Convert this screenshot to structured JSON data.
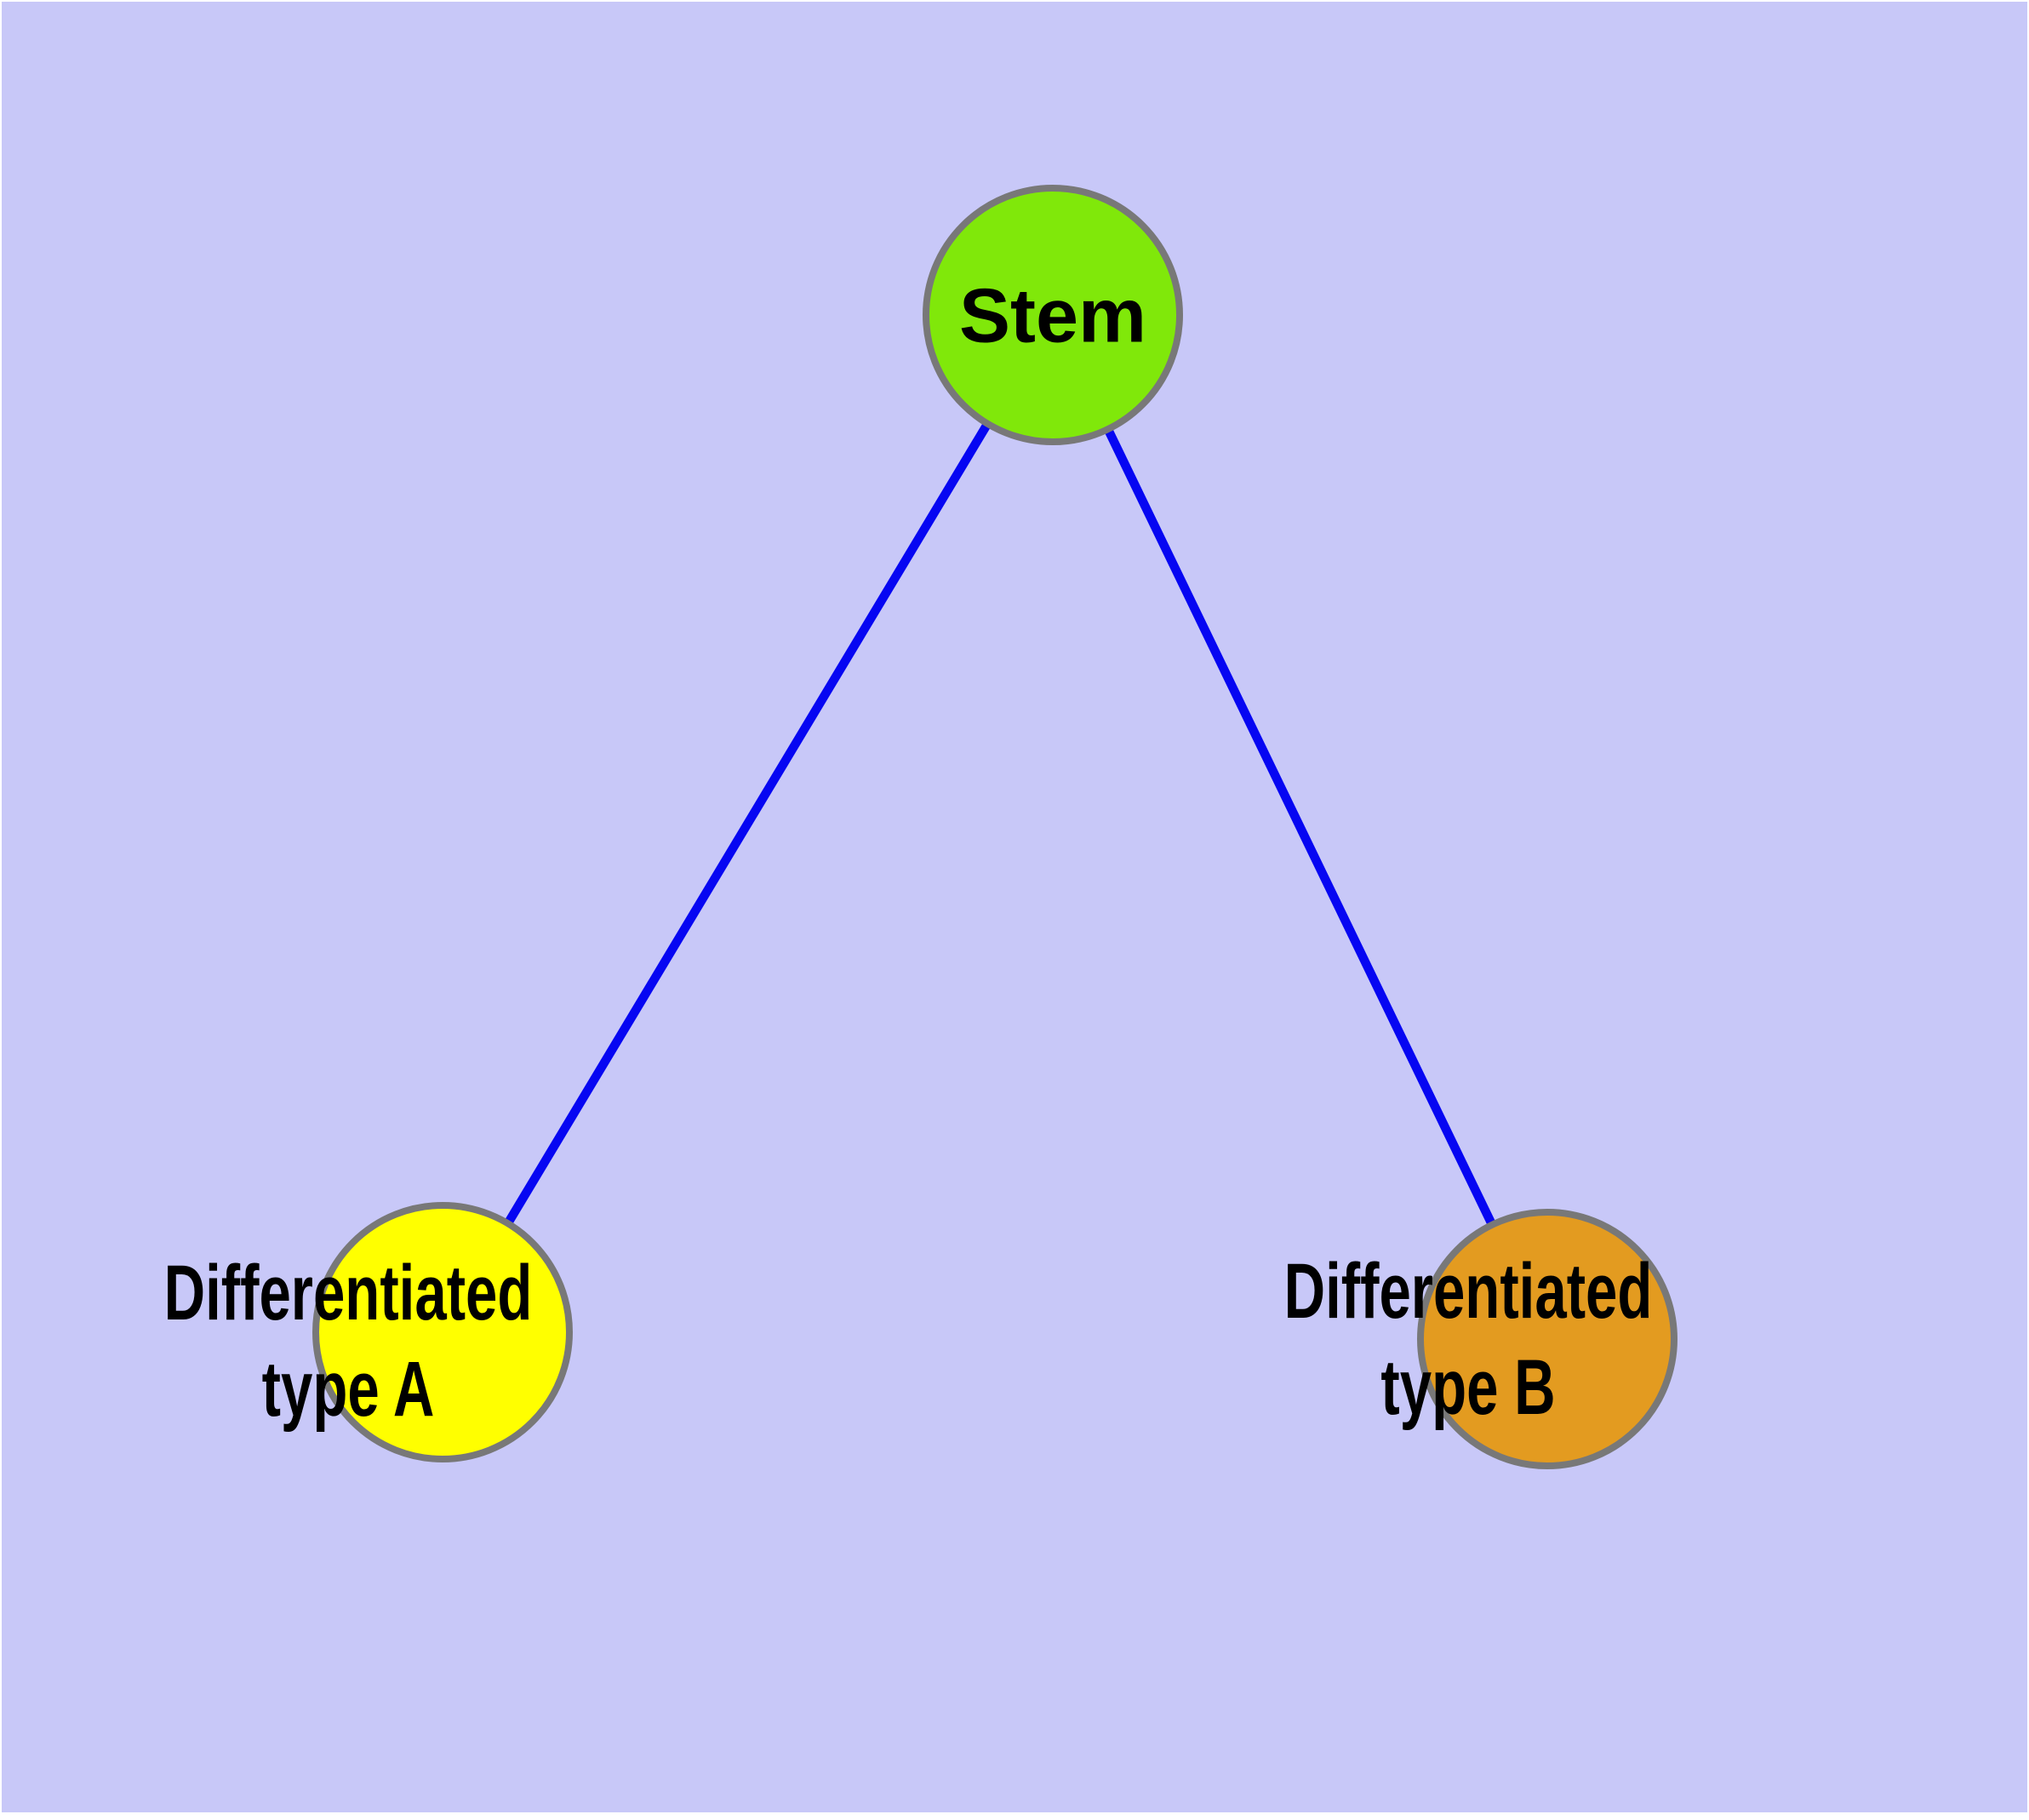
{
  "colors": {
    "background": "#C8C8F8",
    "page_margin": "#FFFFFF",
    "edge": "#0606F2",
    "node_border": "#787878",
    "label_text": "#000000"
  },
  "nodes": {
    "stem": {
      "label": "Stem",
      "fill": "#80E80A"
    },
    "type_a": {
      "label_line1": "Differentiated",
      "label_line2": "type A",
      "fill": "#FFFF00"
    },
    "type_b": {
      "label_line1": "Differentiated",
      "label_line2": "type B",
      "fill": "#E39B20"
    }
  },
  "edges": [
    {
      "from": "Stem",
      "to": "Differentiated type A"
    },
    {
      "from": "Stem",
      "to": "Differentiated type B"
    }
  ]
}
